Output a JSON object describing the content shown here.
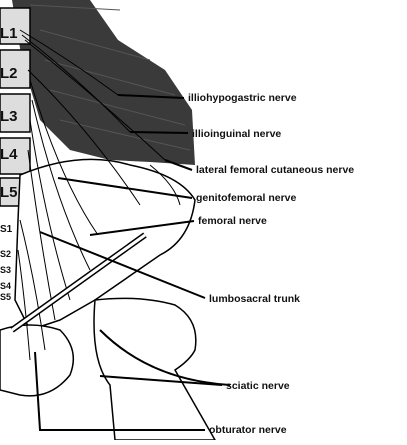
{
  "vertebrae": [
    "L1",
    "L2",
    "L3",
    "L4",
    "L5"
  ],
  "sacral": [
    "S1",
    "S2",
    "S3",
    "S4",
    "S5"
  ],
  "labels": [
    "illiohypogastric nerve",
    "illioinguinal nerve",
    "lateral femoral cutaneous nerve",
    "genitofemoral nerve",
    "femoral nerve",
    "lumbosacral trunk",
    "sciatic nerve",
    "obturator nerve"
  ],
  "colors": {
    "muscle": "#3a3a3a",
    "line": "#000000",
    "bone": "#ffffff"
  }
}
